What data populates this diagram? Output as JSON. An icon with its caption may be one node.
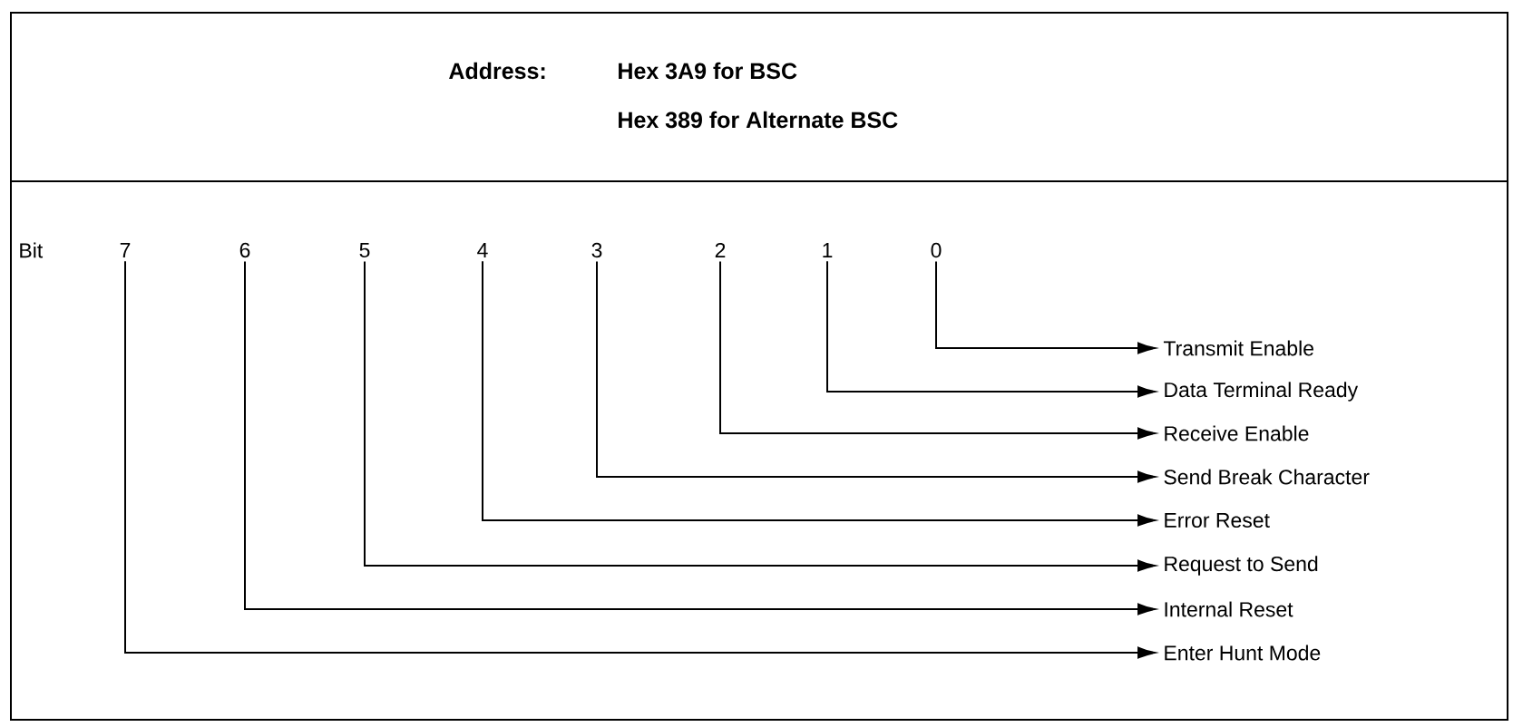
{
  "diagram": {
    "nodes": [
      {
        "text": [
          "7"
        ]
      },
      {
        "text": [
          "6"
        ]
      },
      {
        "text": [
          "5"
        ]
      },
      {
        "text": [
          "4"
        ]
      },
      {
        "text": [
          "3"
        ]
      },
      {
        "text": [
          "2"
        ]
      },
      {
        "text": [
          "1"
        ]
      },
      {
        "text": [
          "0"
        ]
      },
      {
        "text": [
          "Transmit Enable"
        ]
      },
      {
        "text": [
          "Data Terminal Ready"
        ]
      },
      {
        "text": [
          "Receive Enable"
        ]
      },
      {
        "text": [
          "Send Break Character"
        ]
      },
      {
        "text": [
          "Error Reset"
        ]
      },
      {
        "text": [
          "Request to Send"
        ]
      },
      {
        "text": [
          "Internal Reset"
        ]
      },
      {
        "text": [
          "Enter Hunt Mode"
        ]
      }
    ],
    "edges": [
      {
        "from": 7,
        "to": 8,
        "arrow": "to"
      },
      {
        "from": 6,
        "to": 9,
        "arrow": "to"
      },
      {
        "from": 5,
        "to": 10,
        "arrow": "to"
      },
      {
        "from": 4,
        "to": 11,
        "arrow": "to"
      },
      {
        "from": 3,
        "to": 12,
        "arrow": "to"
      },
      {
        "from": 2,
        "to": 13,
        "arrow": "to"
      },
      {
        "from": 1,
        "to": 14,
        "arrow": "to"
      },
      {
        "from": 0,
        "to": 15,
        "arrow": "to"
      }
    ],
    "labels": [
      "Address:",
      "Hex 3A9 for BSC",
      "Hex 389 for Alternate BSC",
      "Bit"
    ]
  }
}
